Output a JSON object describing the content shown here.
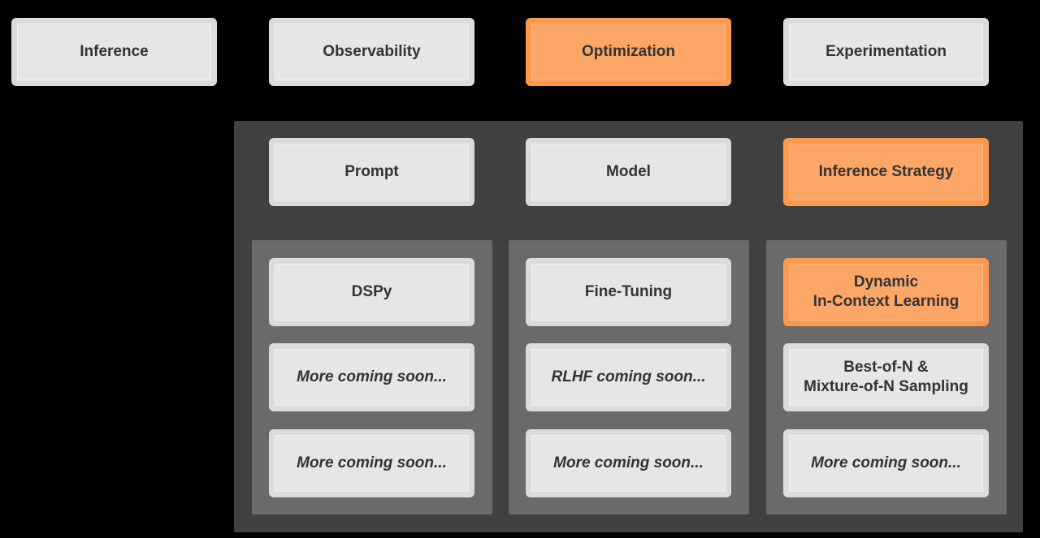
{
  "top_row": [
    {
      "label": "Inference",
      "highlight": false
    },
    {
      "label": "Observability",
      "highlight": false
    },
    {
      "label": "Optimization",
      "highlight": true
    },
    {
      "label": "Experimentation",
      "highlight": false
    }
  ],
  "categories": [
    {
      "label": "Prompt",
      "highlight": false
    },
    {
      "label": "Model",
      "highlight": false
    },
    {
      "label": "Inference Strategy",
      "highlight": true
    }
  ],
  "columns": [
    {
      "items": [
        {
          "label": "DSPy",
          "italic": false,
          "highlight": false
        },
        {
          "label": "More coming soon...",
          "italic": true,
          "highlight": false
        },
        {
          "label": "More coming soon...",
          "italic": true,
          "highlight": false
        }
      ]
    },
    {
      "items": [
        {
          "label": "Fine-Tuning",
          "italic": false,
          "highlight": false
        },
        {
          "label": "RLHF coming soon...",
          "italic": true,
          "highlight": false
        },
        {
          "label": "More coming soon...",
          "italic": true,
          "highlight": false
        }
      ]
    },
    {
      "items": [
        {
          "label": "Dynamic\nIn-Context Learning",
          "italic": false,
          "highlight": true
        },
        {
          "label": "Best-of-N &\nMixture-of-N Sampling",
          "italic": false,
          "highlight": false
        },
        {
          "label": "More coming soon...",
          "italic": true,
          "highlight": false
        }
      ]
    }
  ],
  "colors": {
    "background": "#000000",
    "card": "#e6e6e6",
    "highlight": "#fca768",
    "outer_panel": "#404040",
    "inner_panel": "#6a6a6a",
    "text": "#333333"
  }
}
